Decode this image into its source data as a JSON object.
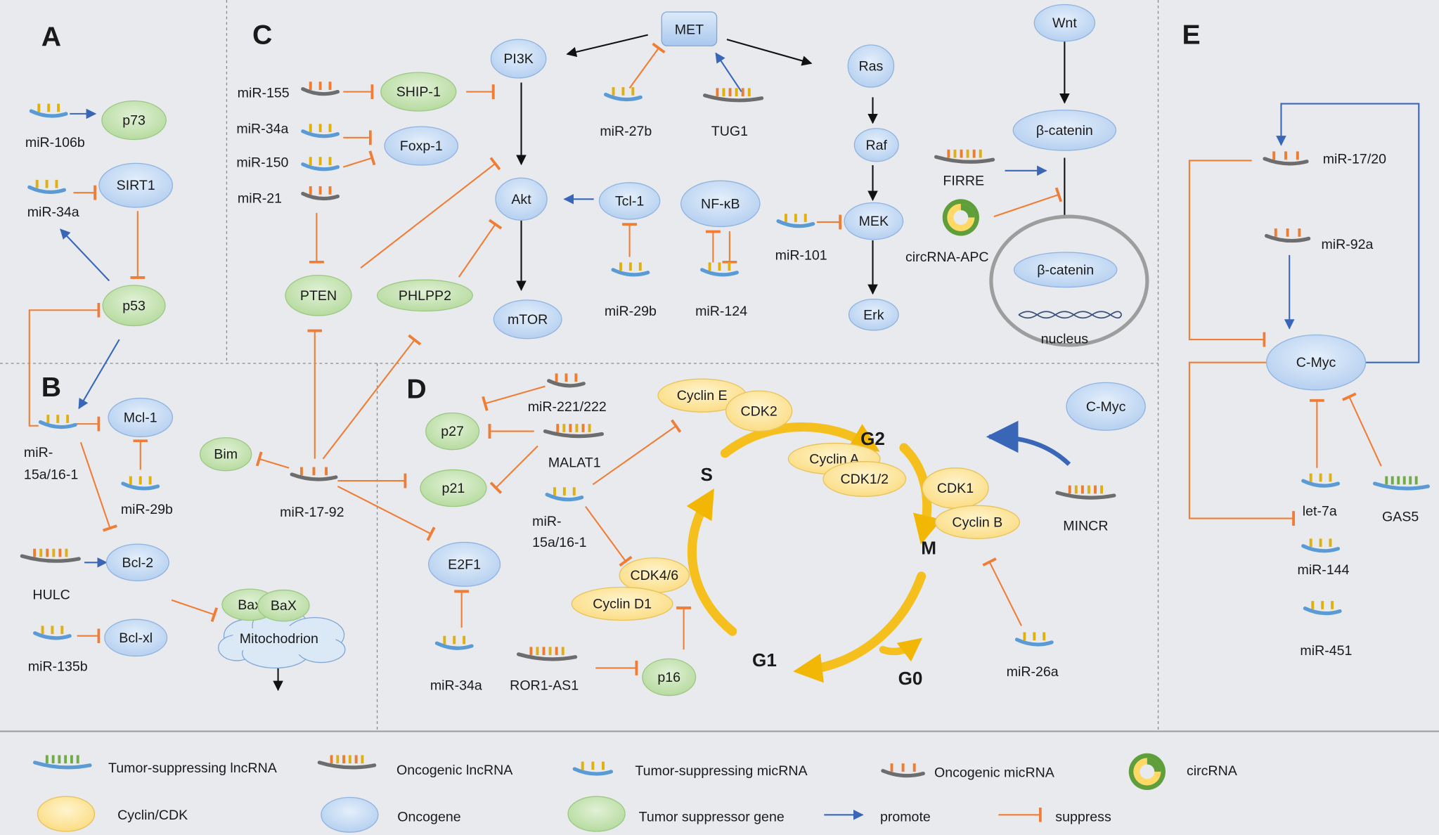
{
  "colors": {
    "background": "#e9eaee",
    "oncogene_fill": "#c8dcf3",
    "oncogene_stroke": "#8fb3e0",
    "suppressor_fill": "#c9e4b6",
    "suppressor_stroke": "#9cc883",
    "cyclin_fill": "#fde7a6",
    "cyclin_stroke": "#e8c25a",
    "promote": "#3a66b8",
    "suppress": "#ef7d35",
    "neutral_arrow": "#111111",
    "cycle_arrow": "#f5c01e",
    "rna_blue": "#5b9bd5",
    "rna_gray": "#6d6d6d",
    "tick_orange": "#ed7d31",
    "tick_yellow": "#e0b010",
    "tick_green": "#70ad47",
    "circ_green": "#5e9e3b",
    "circ_yellow": "#ffd966"
  },
  "panels": {
    "a": "A",
    "b": "B",
    "c": "C",
    "d": "D",
    "e": "E"
  },
  "nodes": {
    "p73": "p73",
    "sirt1": "SIRT1",
    "p53": "p53",
    "mcl1": "Mcl-1",
    "bcl2": "Bcl-2",
    "bclxl": "Bcl-xl",
    "bax1": "Bax",
    "bax2": "BaX",
    "mitochondrion": "Mitochodrion",
    "bim": "Bim",
    "met": "MET",
    "pi3k": "PI3K",
    "ship1": "SHIP-1",
    "foxp1": "Foxp-1",
    "akt": "Akt",
    "tcl1": "Tcl-1",
    "nfkb": "NF-κB",
    "pten": "PTEN",
    "phlpp2": "PHLPP2",
    "mtor": "mTOR",
    "ras": "Ras",
    "raf": "Raf",
    "mek": "MEK",
    "erk": "Erk",
    "wnt": "Wnt",
    "bcatenin": "β-catenin",
    "bcatenin_nuc": "β-catenin",
    "p27": "p27",
    "p21": "p21",
    "e2f1": "E2F1",
    "p16": "p16",
    "cyclin_e": "Cyclin E",
    "cdk2": "CDK2",
    "cyclin_a": "Cyclin A",
    "cdk12": "CDK1/2",
    "cdk1": "CDK1",
    "cyclin_b": "Cyclin B",
    "cdk46": "CDK4/6",
    "cyclin_d1": "Cyclin D1",
    "cmyc_d": "C-Myc",
    "cmyc_e": "C-Myc"
  },
  "labels": {
    "mir106b": "miR-106b",
    "mir34a_a": "miR-34a",
    "mir15a_b1": "miR-",
    "mir15a_b2": "15a/16-1",
    "mir29b_b": "miR-29b",
    "hulc": "HULC",
    "mir135b": "miR-135b",
    "mir1792": "miR-17-92",
    "mir155": "miR-155",
    "mir34a_c": "miR-34a",
    "mir150": "miR-150",
    "mir21": "miR-21",
    "mir27b": "miR-27b",
    "tug1": "TUG1",
    "mir29b_c": "miR-29b",
    "mir124": "miR-124",
    "mir101": "miR-101",
    "firre": "FIRRE",
    "circapc": "circRNA-APC",
    "nucleus": "nucleus",
    "mir221": "miR-221/222",
    "malat1": "MALAT1",
    "mir15a_d1": "miR-",
    "mir15a_d2": "15a/16-1",
    "mir34a_d": "miR-34a",
    "ror1": "ROR1-AS1",
    "mincr": "MINCR",
    "mir26a": "miR-26a",
    "phase_s": "S",
    "phase_g2": "G2",
    "phase_m": "M",
    "phase_g1": "G1",
    "phase_g0": "G0",
    "mir1720": "miR-17/20",
    "mir92a": "miR-92a",
    "let7a": "let-7a",
    "gas5": "GAS5",
    "mir144": "miR-144",
    "mir451": "miR-451"
  },
  "legend": {
    "ts_lnc": "Tumor-suppressing lncRNA",
    "onc_lnc": "Oncogenic lncRNA",
    "ts_mic": "Tumor-suppressing micRNA",
    "onc_mic": "Oncogenic micRNA",
    "circ": "circRNA",
    "cyclin": "Cyclin/CDK",
    "oncogene": "Oncogene",
    "tsg": "Tumor suppressor gene",
    "promote": "promote",
    "suppress": "suppress"
  }
}
